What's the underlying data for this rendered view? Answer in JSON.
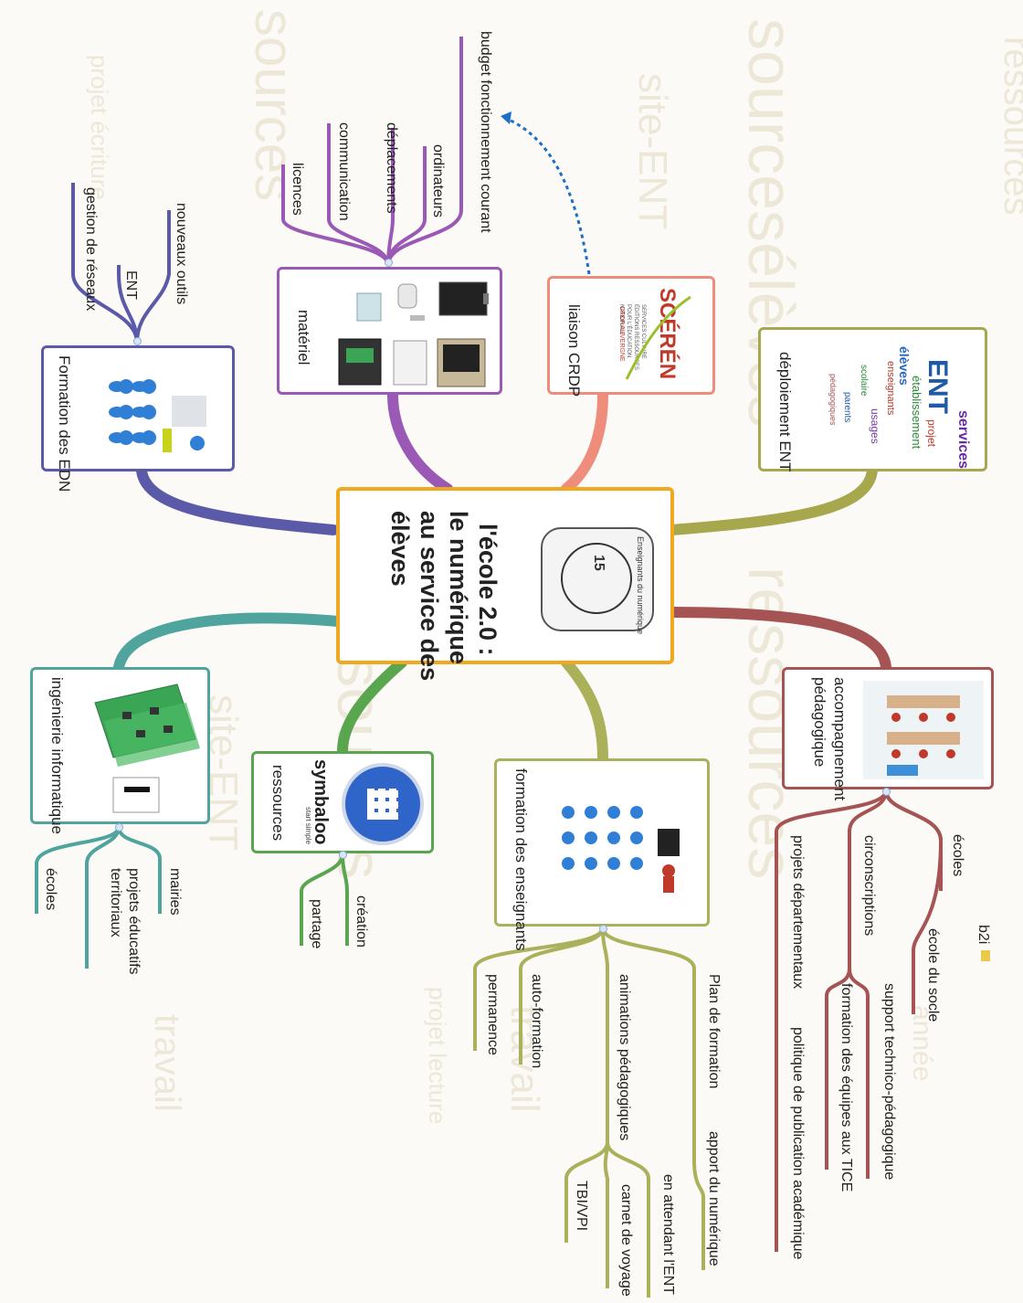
{
  "colors": {
    "center": "#f0a81e",
    "formation_edn": "#5a5aa8",
    "materiel": "#9b59b6",
    "liaison": "#ef8d7d",
    "deploiement": "#a7a74e",
    "accompagnement": "#a55353",
    "formation_ens": "#aab15a",
    "symbaloo": "#5aa64f",
    "ingenierie": "#4fa59d"
  },
  "center": {
    "line1": "l'école 2.0 :",
    "line2": "le numérique",
    "line3": "au service des",
    "line4": "élèves",
    "logo_text": "Enseignants du numérique",
    "logo_number": "15"
  },
  "nodes": {
    "formation_edn": {
      "label": "Formation des EDN",
      "children": [
        "nouveaux outils",
        "ENT",
        "gestion de réseaux"
      ]
    },
    "materiel": {
      "label": "matériel",
      "children": [
        "budget fonctionnement courant",
        "ordinateurs",
        "déplacements",
        "communication",
        "licences"
      ]
    },
    "liaison": {
      "label": "liaison CRDP",
      "logo_text": "SCÉRÉN",
      "logo_sub": "SERVICES CULTURE ÉDITIONS RESSOURCES POUR L'ÉDUCATION NATIONALE",
      "logo_sub2": "CRDP AUVERGNE"
    },
    "deploiement": {
      "label": "déploiement ENT",
      "cloud_words": [
        "ENT",
        "établissement",
        "services",
        "élèves",
        "enseignants",
        "usages",
        "projet",
        "scolaire",
        "parents",
        "pédagogiques"
      ]
    },
    "accompagnement": {
      "label_line1": "accompagnement",
      "label_line2": "pédagogique",
      "children": [
        "écoles",
        "b2i",
        "école du socle",
        "circonscriptions",
        "support technico-pédagogique",
        "formation des équipes aux TICE",
        "projets départementaux",
        "politique de publication académique"
      ]
    },
    "formation_ens": {
      "label": "formation des enseignants",
      "children": [
        "Plan de formation",
        "apport du numérique",
        "en attendant l'ENT",
        "animations pédagogiques",
        "carnet de voyage",
        "TBI/VPI",
        "auto-formation",
        "permanence"
      ]
    },
    "symbaloo": {
      "label": "ressources",
      "logo_text": "symbaloo",
      "logo_sub": "start simple",
      "children": [
        "création",
        "partage"
      ]
    },
    "ingenierie": {
      "label": "ingénierie informatique",
      "children": [
        "mairies",
        "projets éducatifs territoriaux",
        "écoles"
      ]
    }
  }
}
